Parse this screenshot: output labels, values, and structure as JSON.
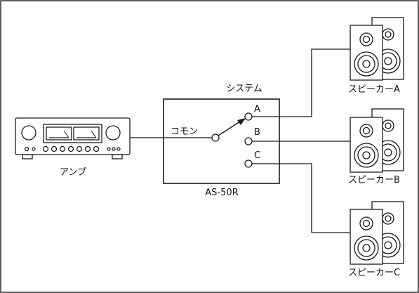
{
  "labels": {
    "amplifier": "アンプ",
    "system": "システム",
    "common": "コモン",
    "terminal_a": "A",
    "terminal_b": "B",
    "terminal_c": "C",
    "model": "AS-50R",
    "speaker_a": "スピーカーA",
    "speaker_b": "スピーカーB",
    "speaker_c": "スピーカーC"
  },
  "switch_selected": "A",
  "colors": {
    "line": "#1a1a1a",
    "background": "#ffffff"
  }
}
